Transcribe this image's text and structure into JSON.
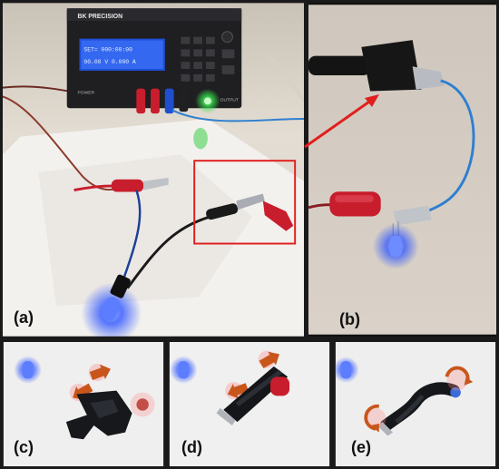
{
  "figure": {
    "panels": [
      {
        "id": "a",
        "label": "(a)"
      },
      {
        "id": "b",
        "label": "(b)"
      },
      {
        "id": "c",
        "label": "(c)"
      },
      {
        "id": "d",
        "label": "(d)"
      },
      {
        "id": "e",
        "label": "(e)"
      }
    ],
    "power_supply": {
      "brand": "BK PRECISION",
      "display_line1": "SET=  000:00:00",
      "display_line2": "00.00 V  0.000 A",
      "power_label": "POWER",
      "output_label": "OUTPUT"
    },
    "colors": {
      "led_blue": "#2f56ff",
      "highlight_box": "#e0201e",
      "arrow_orange": "#e0601a",
      "clip_red": "#c81d2c",
      "clip_black": "#1a1a1a",
      "wire_blue": "#2f7fd0"
    }
  }
}
